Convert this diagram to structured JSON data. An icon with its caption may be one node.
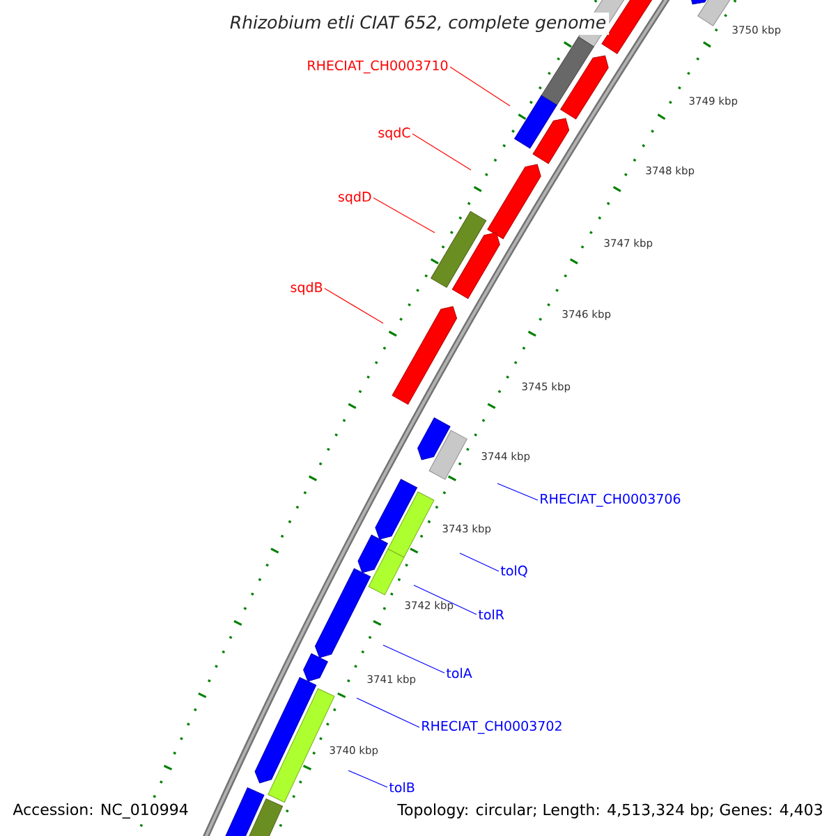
{
  "diagram": {
    "title": "*Rhizobium etli* CIAT 652, complete genome",
    "nodes": [
      {
        "text": [
          "RHECIAT_CH0003710"
        ]
      },
      {
        "text": [
          "sqdC"
        ]
      },
      {
        "text": [
          "sqdD"
        ]
      },
      {
        "text": [
          "sqdB"
        ]
      },
      {
        "text": [
          "RHECIAT_CH0003706"
        ]
      },
      {
        "text": [
          "tolQ"
        ]
      },
      {
        "text": [
          "tolR"
        ]
      },
      {
        "text": [
          "tolA"
        ]
      },
      {
        "text": [
          "RHECIAT_CH0003702"
        ]
      },
      {
        "text": [
          "tolB"
        ]
      }
    ],
    "edges": [
      {
        "from": 0,
        "to": null,
        "arrow": "none",
        "color": "#ff0000"
      },
      {
        "from": 1,
        "to": null,
        "arrow": "none",
        "color": "#ff0000"
      },
      {
        "from": 2,
        "to": null,
        "arrow": "none",
        "color": "#ff0000"
      },
      {
        "from": 3,
        "to": null,
        "arrow": "none",
        "color": "#ff0000"
      },
      {
        "from": 4,
        "to": null,
        "arrow": "none"
      },
      {
        "from": 5,
        "to": null,
        "arrow": "none"
      },
      {
        "from": 6,
        "to": null,
        "arrow": "none"
      },
      {
        "from": 7,
        "to": null,
        "arrow": "none"
      },
      {
        "from": 8,
        "to": null,
        "arrow": "none"
      },
      {
        "from": 9,
        "to": null,
        "arrow": "none"
      }
    ],
    "labels": [
      "3750 kbp",
      "3749 kbp",
      "3748 kbp",
      "3747 kbp",
      "3746 kbp",
      "3745 kbp",
      "3744 kbp",
      "3743 kbp",
      "3742 kbp",
      "3741 kbp",
      "3740 kbp",
      "Accession: NC_010994",
      "Topology: circular; Length: 4,513,324 bp; Genes: 4,403"
    ]
  }
}
